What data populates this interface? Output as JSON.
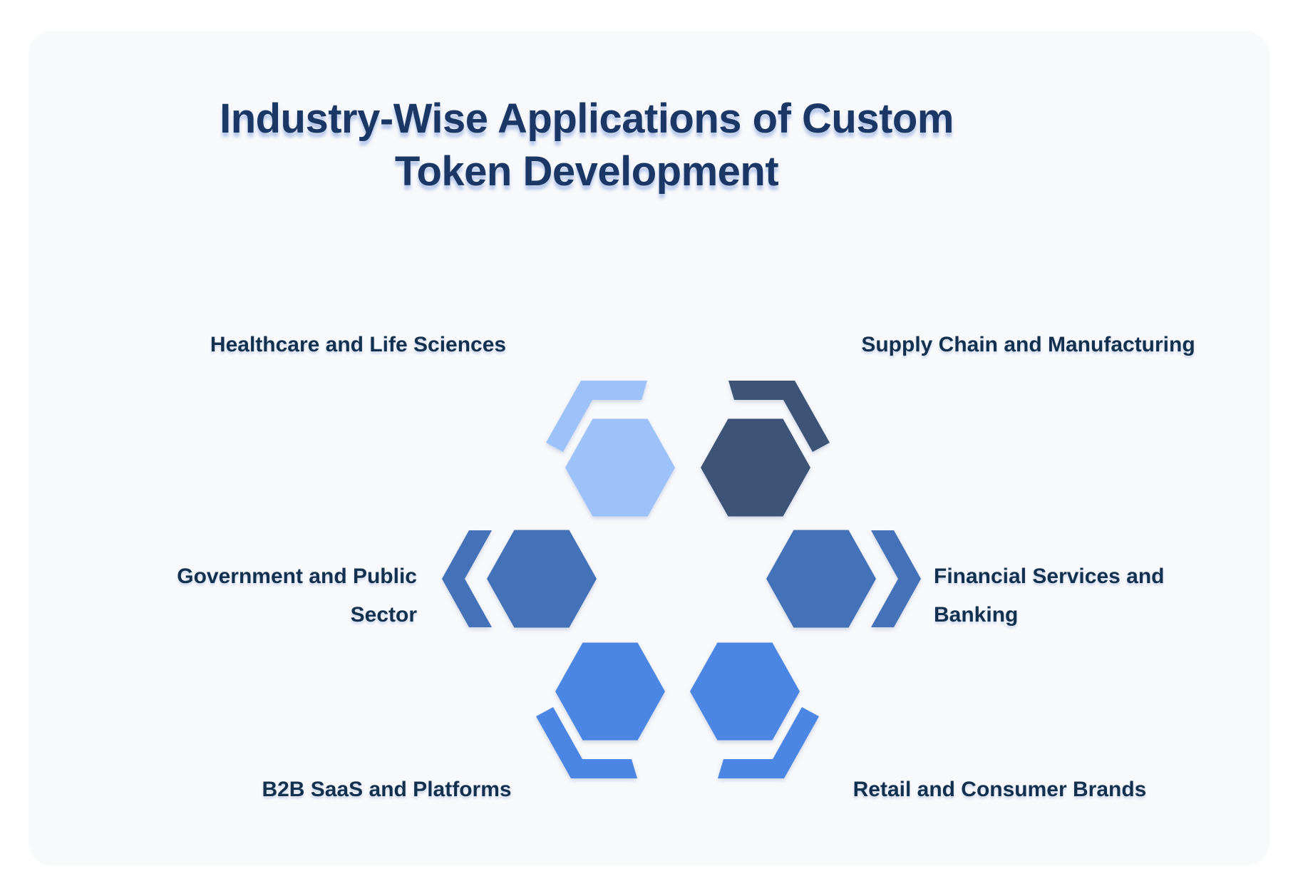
{
  "title": {
    "line1": "Industry-Wise Applications of Custom",
    "line2": "Token Development"
  },
  "items": [
    {
      "id": "healthcare",
      "label": "Healthcare and Life Sciences",
      "color": "#9CC2F9",
      "fragment_direction": "top-left"
    },
    {
      "id": "supply-chain",
      "label": "Supply Chain and Manufacturing",
      "color": "#3D5477",
      "fragment_direction": "top-right"
    },
    {
      "id": "government",
      "label": "Government and Public Sector",
      "color": "#4472B8",
      "fragment_direction": "left"
    },
    {
      "id": "financial",
      "label": "Financial Services and Banking",
      "color": "#4472B8",
      "fragment_direction": "right"
    },
    {
      "id": "b2b-saas",
      "label": "B2B SaaS and Platforms",
      "color": "#4C86E4",
      "fragment_direction": "bottom-left"
    },
    {
      "id": "retail",
      "label": "Retail and Consumer Brands",
      "color": "#4C86E4",
      "fragment_direction": "bottom-right"
    }
  ],
  "colors": {
    "page_background": "#FFFFFF",
    "card_background": "#F8F9FB",
    "title_text": "#1B3765",
    "label_text": "#14304F",
    "title_shadow": "#8DA9E0"
  }
}
